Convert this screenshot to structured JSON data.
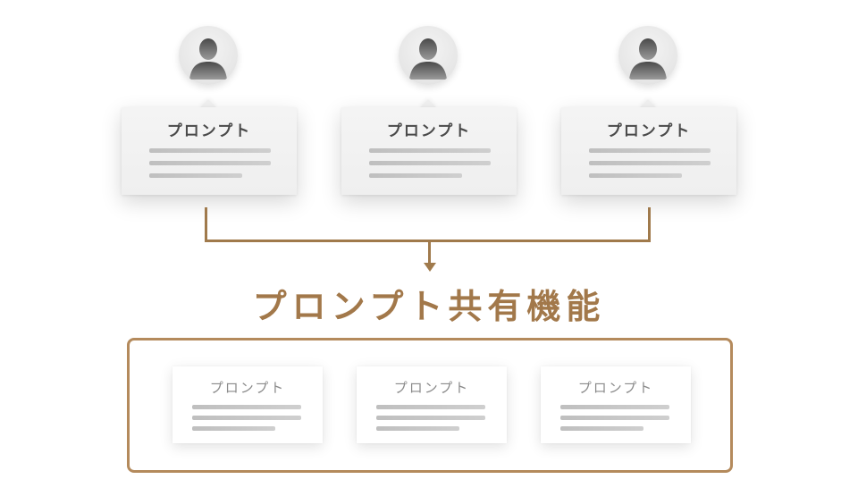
{
  "diagram": {
    "users": [
      {
        "card_title": "プロンプト"
      },
      {
        "card_title": "プロンプト"
      },
      {
        "card_title": "プロンプト"
      }
    ],
    "feature_title": "プロンプト共有機能",
    "shared_cards": [
      {
        "card_title": "プロンプト"
      },
      {
        "card_title": "プロンプト"
      },
      {
        "card_title": "プロンプト"
      }
    ]
  },
  "colors": {
    "accent": "#a2784a",
    "box_border": "#b48a5c",
    "card_bg": "#f0f0f0",
    "placeholder_line": "#c4c4c4"
  }
}
